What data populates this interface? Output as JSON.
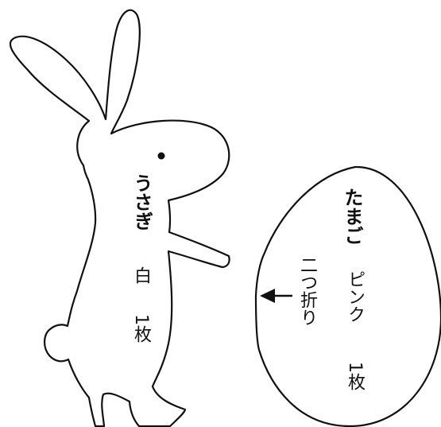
{
  "rabbit": {
    "name": "うさぎ",
    "color": "白",
    "count": "1枚"
  },
  "egg": {
    "name": "たまご",
    "color": "ピンク",
    "count": "1枚",
    "fold_note": "二つ折り"
  },
  "colors": {
    "line": "#111111",
    "background": "#ffffff"
  }
}
